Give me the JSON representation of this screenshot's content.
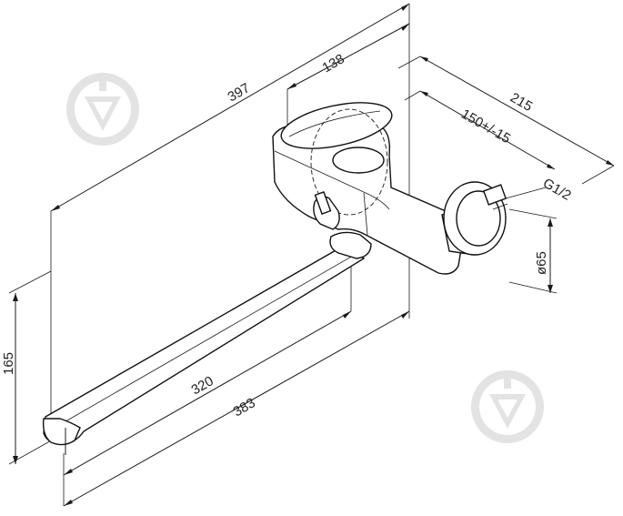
{
  "dimensions": {
    "overall_length": "397",
    "spout_to_body": "138",
    "wall_depth": "215",
    "center_distance": "150+/-15",
    "thread": "G1/2",
    "flange_diameter": "ø65",
    "spout_height": "165",
    "spout_length_a": "320",
    "spout_length_b": "383"
  },
  "icons": [
    "watermark-logo-icon",
    "watermark-logo-icon"
  ],
  "colors": {
    "line": "#1a1a1a",
    "watermark": "#e3e3e3",
    "background": "#ffffff"
  }
}
